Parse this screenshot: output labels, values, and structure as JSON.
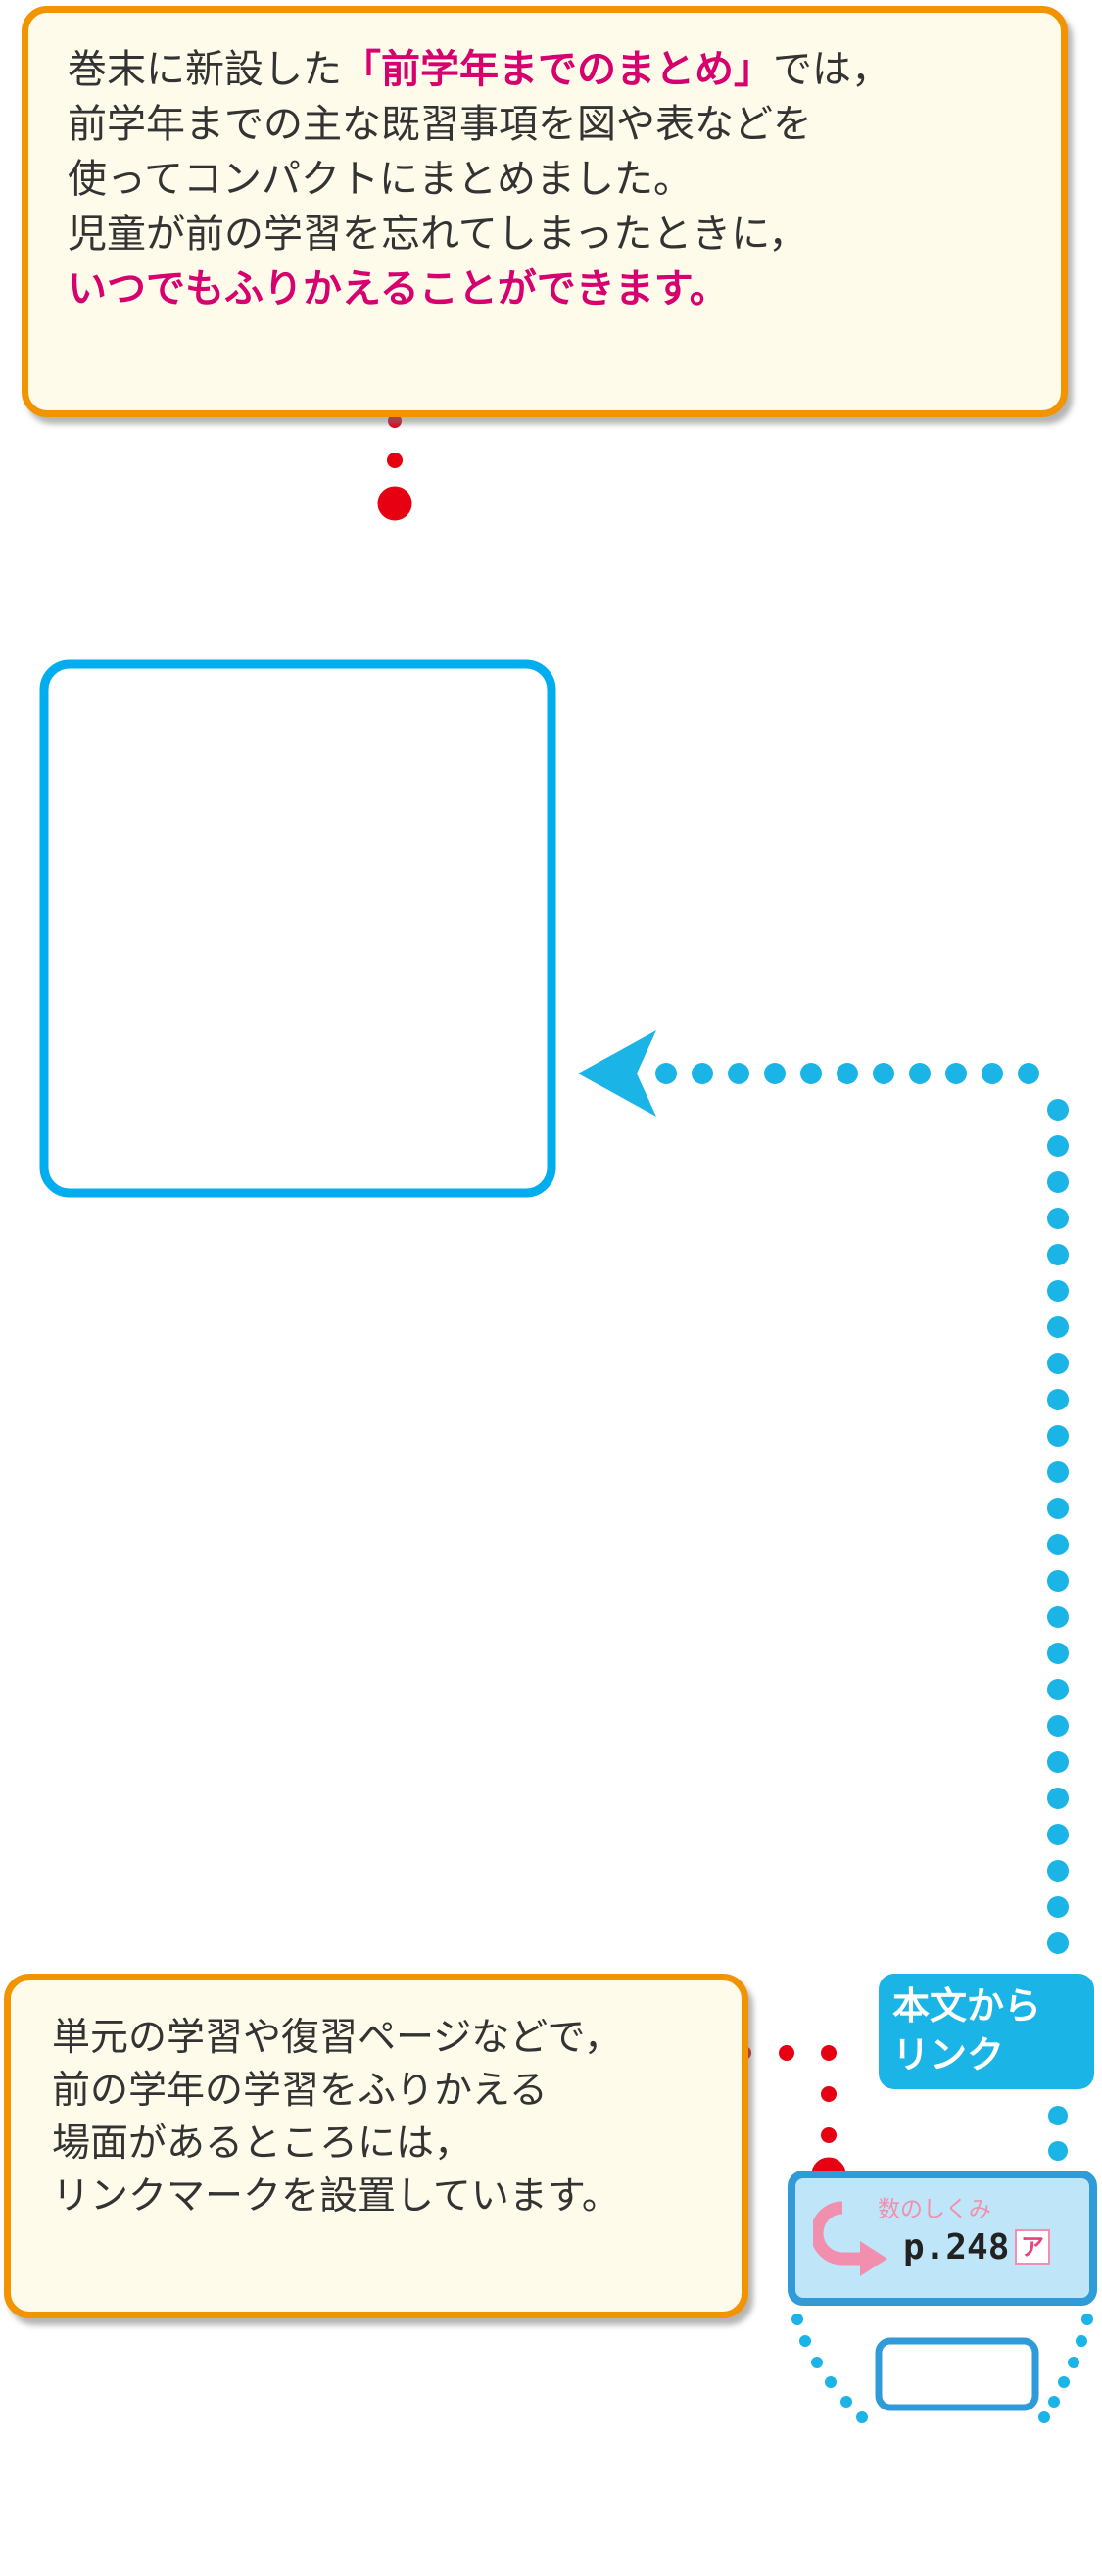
{
  "top_callout": {
    "lines": [
      {
        "before": "巻末に新設した",
        "highlight": "「前学年までのまとめ」",
        "after": "では，"
      },
      {
        "text": "前学年までの主な既習事項を図や表などを"
      },
      {
        "text": "使ってコンパクトにまとめました。"
      },
      {
        "text": "児童が前の学習を忘れてしまったときに，"
      },
      {
        "highlight": "いつでもふりかえることができます。"
      }
    ]
  },
  "bottom_callout": {
    "lines": [
      "単元の学習や復習ページなどで，",
      "前の学年の学習をふりかえる",
      "場面があるところには，",
      "リンクマークを設置しています。"
    ]
  },
  "link_tag": {
    "lines": [
      "本文から",
      "リンク"
    ]
  },
  "link_badge": {
    "caption": "数のしくみ",
    "page": "p.248",
    "mark": "ア"
  },
  "colors": {
    "callout_border": "#f29400",
    "callout_fill": "#fffbea",
    "highlight_text": "#d6006f",
    "connector_dot": "#e60012",
    "link_blue": "#1ab5e6",
    "frame_blue": "#00aeef",
    "badge_fill": "#bfe5f8",
    "badge_border": "#2f9bd8",
    "badge_pink": "#f090ae"
  }
}
